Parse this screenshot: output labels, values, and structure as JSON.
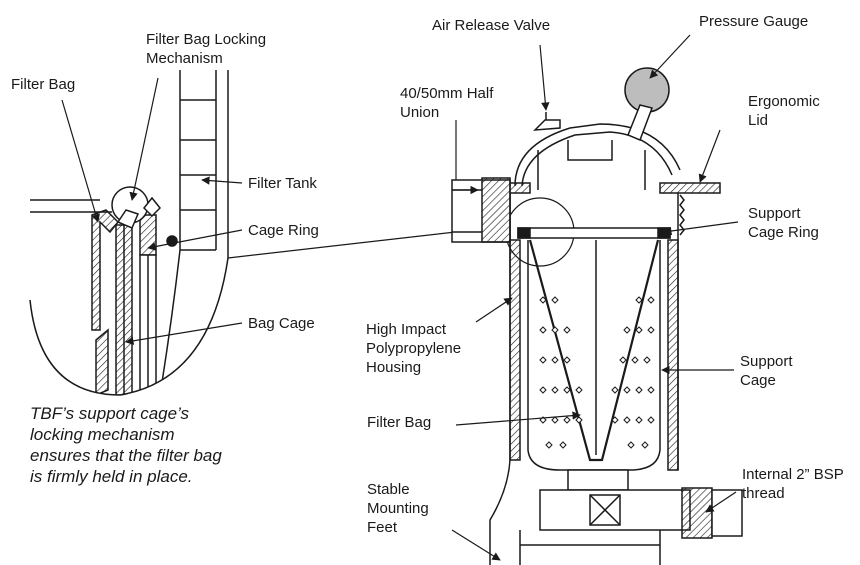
{
  "labels": {
    "filter_bag_detail": "Filter Bag",
    "locking_mechanism": "Filter Bag Locking Mechanism",
    "filter_tank": "Filter Tank",
    "cage_ring": "Cage Ring",
    "bag_cage": "Bag Cage",
    "air_release_valve": "Air Release Valve",
    "pressure_gauge": "Pressure Gauge",
    "half_union": "40/50mm Half Union",
    "ergonomic_lid": "Ergonomic Lid",
    "support_cage_ring": "Support Cage Ring",
    "housing": "High Impact Polypropylene Housing",
    "support_cage": "Support Cage",
    "filter_bag_main": "Filter Bag",
    "bsp_thread": "Internal 2” BSP thread",
    "mounting_feet": "Stable Mounting Feet"
  },
  "caption": "TBF’s support cage’s locking mechanism ensures that the filter bag is firmly held in place.",
  "colors": {
    "line": "#1a1a1a",
    "background": "#ffffff",
    "shade": "#bdbdbd"
  }
}
